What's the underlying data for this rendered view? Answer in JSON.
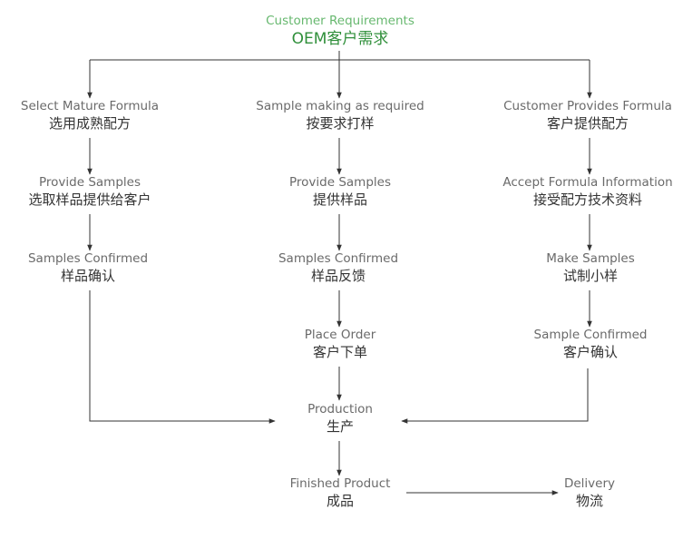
{
  "header": {
    "en": "Customer Requirements",
    "zh": "OEM客户需求"
  },
  "columns": {
    "left": [
      {
        "en": "Select Mature Formula",
        "zh": "选用成熟配方"
      },
      {
        "en": "Provide Samples",
        "zh": "选取样品提供给客户"
      },
      {
        "en": "Samples Confirmed",
        "zh": "样品确认"
      }
    ],
    "middle": [
      {
        "en": "Sample making as required",
        "zh": "按要求打样"
      },
      {
        "en": "Provide Samples",
        "zh": "提供样品"
      },
      {
        "en": "Samples Confirmed",
        "zh": "样品反馈"
      },
      {
        "en": "Place Order",
        "zh": "客户下单"
      }
    ],
    "right": [
      {
        "en": "Customer Provides Formula",
        "zh": "客户提供配方"
      },
      {
        "en": "Accept Formula Information",
        "zh": "接受配方技术资料"
      },
      {
        "en": "Make Samples",
        "zh": "试制小样"
      },
      {
        "en": "Sample Confirmed",
        "zh": "客户确认"
      }
    ]
  },
  "production": {
    "en": "Production",
    "zh": "生产"
  },
  "finished": {
    "en": "Finished Product",
    "zh": "成品"
  },
  "delivery": {
    "en": "Delivery",
    "zh": "物流"
  },
  "colors": {
    "line": "#333333",
    "header_en": "#67b86f",
    "header_zh": "#2f8f3a"
  }
}
